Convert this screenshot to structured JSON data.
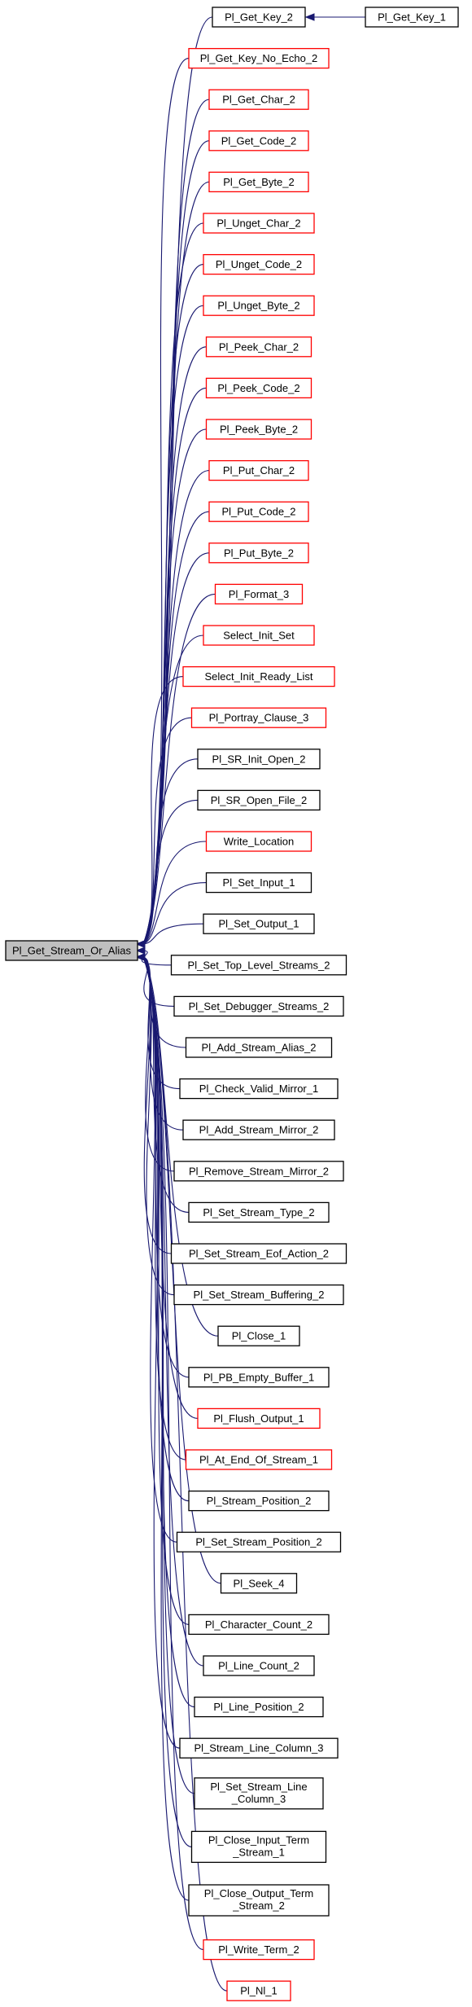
{
  "diagram": {
    "root": {
      "label": "Pl_Get_Stream_Or_Alias",
      "border": "black",
      "fill": "#bfbfbf"
    },
    "edge_color": "#191970",
    "callers": [
      {
        "label": "Pl_Get_Key_2",
        "border": "black"
      },
      {
        "label": "Pl_Get_Key_No_Echo_2",
        "border": "red"
      },
      {
        "label": "Pl_Get_Char_2",
        "border": "red"
      },
      {
        "label": "Pl_Get_Code_2",
        "border": "red"
      },
      {
        "label": "Pl_Get_Byte_2",
        "border": "red"
      },
      {
        "label": "Pl_Unget_Char_2",
        "border": "red"
      },
      {
        "label": "Pl_Unget_Code_2",
        "border": "red"
      },
      {
        "label": "Pl_Unget_Byte_2",
        "border": "red"
      },
      {
        "label": "Pl_Peek_Char_2",
        "border": "red"
      },
      {
        "label": "Pl_Peek_Code_2",
        "border": "red"
      },
      {
        "label": "Pl_Peek_Byte_2",
        "border": "red"
      },
      {
        "label": "Pl_Put_Char_2",
        "border": "red"
      },
      {
        "label": "Pl_Put_Code_2",
        "border": "red"
      },
      {
        "label": "Pl_Put_Byte_2",
        "border": "red"
      },
      {
        "label": "Pl_Format_3",
        "border": "red"
      },
      {
        "label": "Select_Init_Set",
        "border": "red"
      },
      {
        "label": "Select_Init_Ready_List",
        "border": "red"
      },
      {
        "label": "Pl_Portray_Clause_3",
        "border": "red"
      },
      {
        "label": "Pl_SR_Init_Open_2",
        "border": "black"
      },
      {
        "label": "Pl_SR_Open_File_2",
        "border": "black"
      },
      {
        "label": "Write_Location",
        "border": "red"
      },
      {
        "label": "Pl_Set_Input_1",
        "border": "black"
      },
      {
        "label": "Pl_Set_Output_1",
        "border": "black"
      },
      {
        "label": "Pl_Set_Top_Level_Streams_2",
        "border": "black"
      },
      {
        "label": "Pl_Set_Debugger_Streams_2",
        "border": "black"
      },
      {
        "label": "Pl_Add_Stream_Alias_2",
        "border": "black"
      },
      {
        "label": "Pl_Check_Valid_Mirror_1",
        "border": "black"
      },
      {
        "label": "Pl_Add_Stream_Mirror_2",
        "border": "black"
      },
      {
        "label": "Pl_Remove_Stream_Mirror_2",
        "border": "black"
      },
      {
        "label": "Pl_Set_Stream_Type_2",
        "border": "black"
      },
      {
        "label": "Pl_Set_Stream_Eof_Action_2",
        "border": "black"
      },
      {
        "label": "Pl_Set_Stream_Buffering_2",
        "border": "black"
      },
      {
        "label": "Pl_Close_1",
        "border": "black"
      },
      {
        "label": "Pl_PB_Empty_Buffer_1",
        "border": "black"
      },
      {
        "label": "Pl_Flush_Output_1",
        "border": "red"
      },
      {
        "label": "Pl_At_End_Of_Stream_1",
        "border": "red"
      },
      {
        "label": "Pl_Stream_Position_2",
        "border": "black"
      },
      {
        "label": "Pl_Set_Stream_Position_2",
        "border": "black"
      },
      {
        "label": "Pl_Seek_4",
        "border": "black"
      },
      {
        "label": "Pl_Character_Count_2",
        "border": "black"
      },
      {
        "label": "Pl_Line_Count_2",
        "border": "black"
      },
      {
        "label": "Pl_Line_Position_2",
        "border": "black"
      },
      {
        "label": "Pl_Stream_Line_Column_3",
        "border": "black"
      },
      {
        "label": "Pl_Set_Stream_Line\n_Column_3",
        "border": "black"
      },
      {
        "label": "Pl_Close_Input_Term\n_Stream_1",
        "border": "black"
      },
      {
        "label": "Pl_Close_Output_Term\n_Stream_2",
        "border": "black"
      },
      {
        "label": "Pl_Write_Term_2",
        "border": "red"
      },
      {
        "label": "Pl_Nl_1",
        "border": "red"
      }
    ],
    "extra_edges": [
      {
        "from": "Pl_Get_Key_1",
        "to": "Pl_Get_Key_2",
        "border": "black"
      }
    ]
  }
}
